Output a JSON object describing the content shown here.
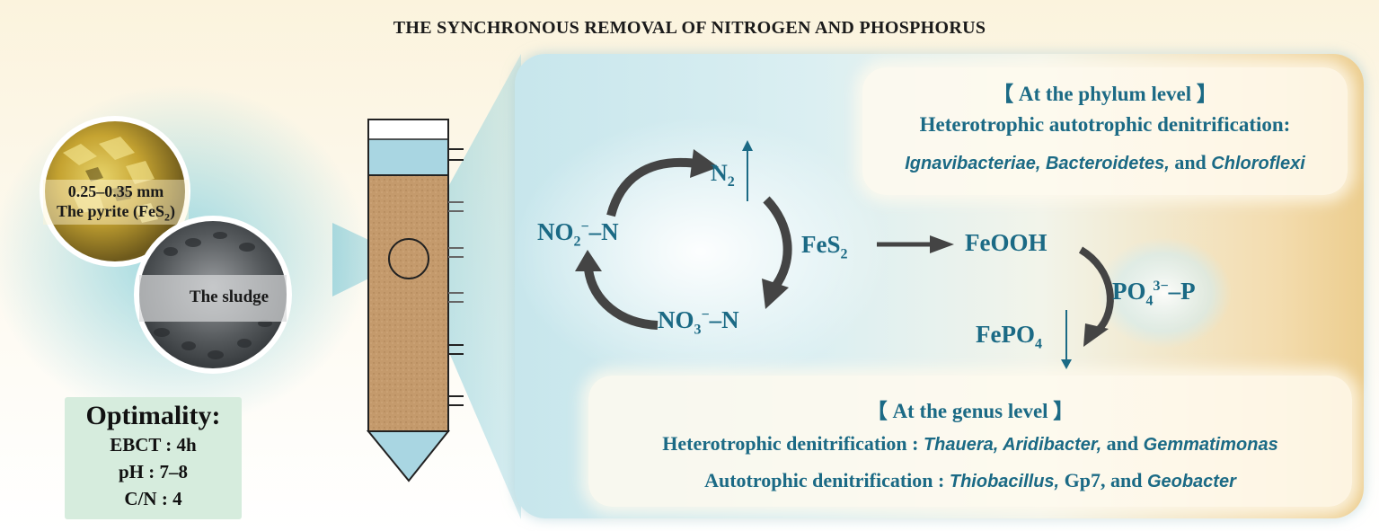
{
  "title": "THE SYNCHRONOUS REMOVAL OF NITROGEN AND PHOSPHORUS",
  "pyrite": {
    "size": "0.25–0.35 mm",
    "label": "The pyrite (FeS",
    "label_sub": "2",
    "label_end": ")"
  },
  "sludge": {
    "label": "The sludge"
  },
  "optimality": {
    "heading": "Optimality:",
    "items": [
      "EBCT : 4h",
      "pH : 7–8",
      "C/N : 4"
    ]
  },
  "cycle": {
    "n2": "N",
    "n2_sub": "2",
    "no2": "NO",
    "no2_sub": "2",
    "no2_sup": "−",
    "no2_end": "–N",
    "no3": "NO",
    "no3_sub": "3",
    "no3_sup": "−",
    "no3_end": "–N",
    "fes2": "FeS",
    "fes2_sub": "2",
    "feooh": "FeOOH",
    "po4": "PO",
    "po4_sub": "4",
    "po4_sup": "3−",
    "po4_end": "–P",
    "fepo4": "FePO",
    "fepo4_sub": "4"
  },
  "phylum": {
    "heading": "【 At the phylum level 】",
    "line1": "Heterotrophic autotrophic denitrification:",
    "taxa1": "Ignavibacteriae, Bacteroidetes,",
    "and": " and ",
    "taxa2": "Chloroflexi"
  },
  "genus": {
    "heading": "【 At the genus level 】",
    "hetero_label": "Heterotrophic denitrification : ",
    "hetero_t1": "Thauera, Aridibacter,",
    "hetero_and": " and ",
    "hetero_t2": "Gemmatimonas",
    "auto_label": "Autotrophic denitrification : ",
    "auto_t1": "Thiobacillus,",
    "auto_mid": " Gp7, and ",
    "auto_t2": "Geobacter"
  },
  "colors": {
    "teal_text": "#1b6a85",
    "arrow_dark": "#444444",
    "column_media": "#c49a6c",
    "water": "#a9d6e2"
  }
}
